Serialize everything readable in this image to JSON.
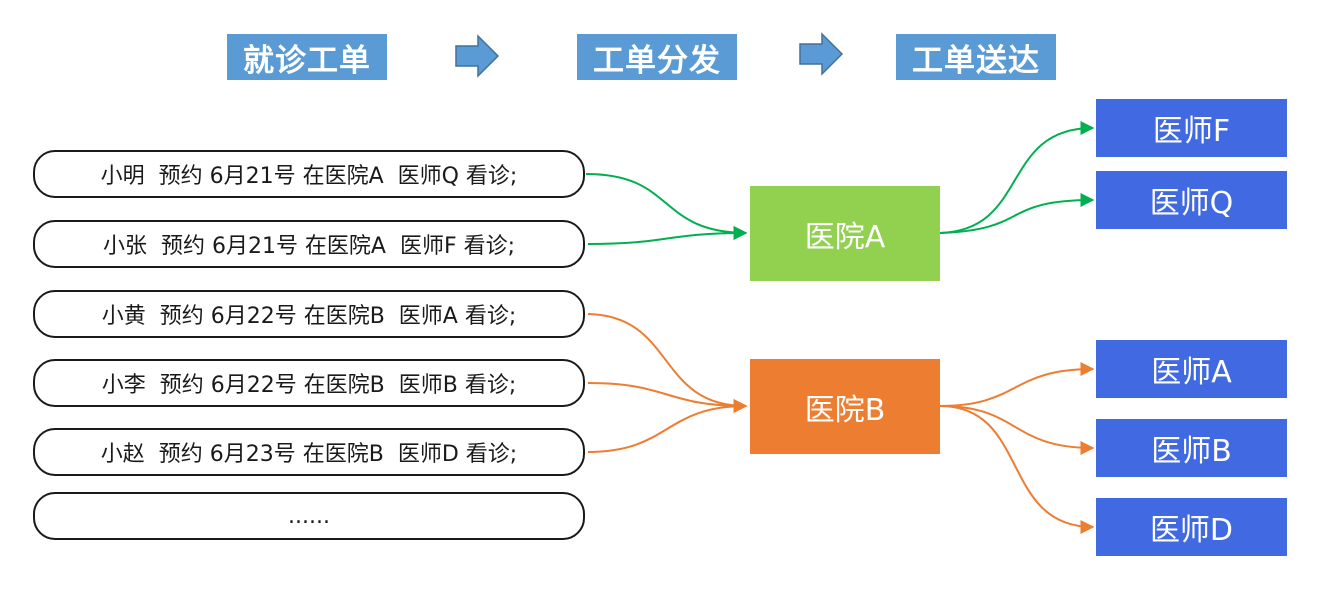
{
  "colors": {
    "stage_bg": "#5b9bd5",
    "hospital_a": "#92d050",
    "hospital_b": "#ed7d31",
    "doctor": "#4169e1",
    "flow_a": "#00b050",
    "flow_b": "#ed7d31"
  },
  "stages": [
    "就诊工单",
    "工单分发",
    "工单送达"
  ],
  "orders": [
    "小明  预约 6月21号 在医院A  医师Q 看诊;",
    "小张  预约 6月21号 在医院A  医师F 看诊;",
    "小黄  预约 6月22号 在医院B  医师A 看诊;",
    "小李  预约 6月22号 在医院B  医师B 看诊;",
    "小赵  预约 6月23号 在医院B  医师D 看诊;",
    "......"
  ],
  "hospitals": [
    "医院A",
    "医院B"
  ],
  "doctors": [
    "医师F",
    "医师Q",
    "医师A",
    "医师B",
    "医师D"
  ]
}
